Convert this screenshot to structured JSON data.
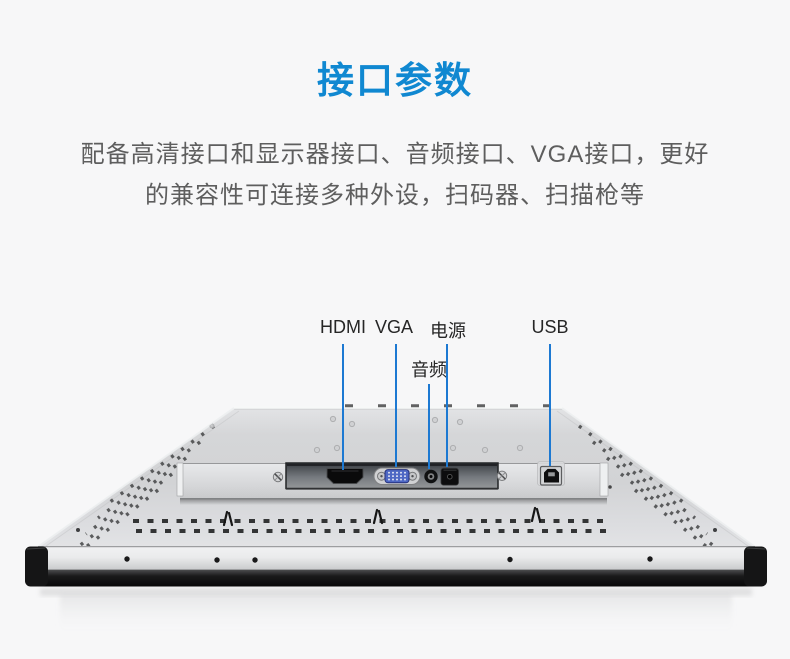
{
  "header": {
    "title": "接口参数",
    "title_color": "#1088d1"
  },
  "description": {
    "line1": "配备高清接口和显示器接口、音频接口、VGA接口，更好",
    "line2": "的兼容性可连接多种外设，扫码器、扫描枪等",
    "text_color": "#5e5e5e"
  },
  "figure": {
    "labels": {
      "hdmi": "HDMI",
      "vga": "VGA",
      "audio": "音频",
      "power": "电源",
      "usb": "USB"
    },
    "leader_line_color": "#1d79d2",
    "label_text_color": "#262626",
    "port_icons": [
      "hdmi-port-icon",
      "vga-port-icon",
      "audio-jack-icon",
      "power-jack-icon",
      "usb-b-port-icon"
    ],
    "image_subject": "monitor-back-panel"
  },
  "page": {
    "background": "#f7f7f8"
  }
}
